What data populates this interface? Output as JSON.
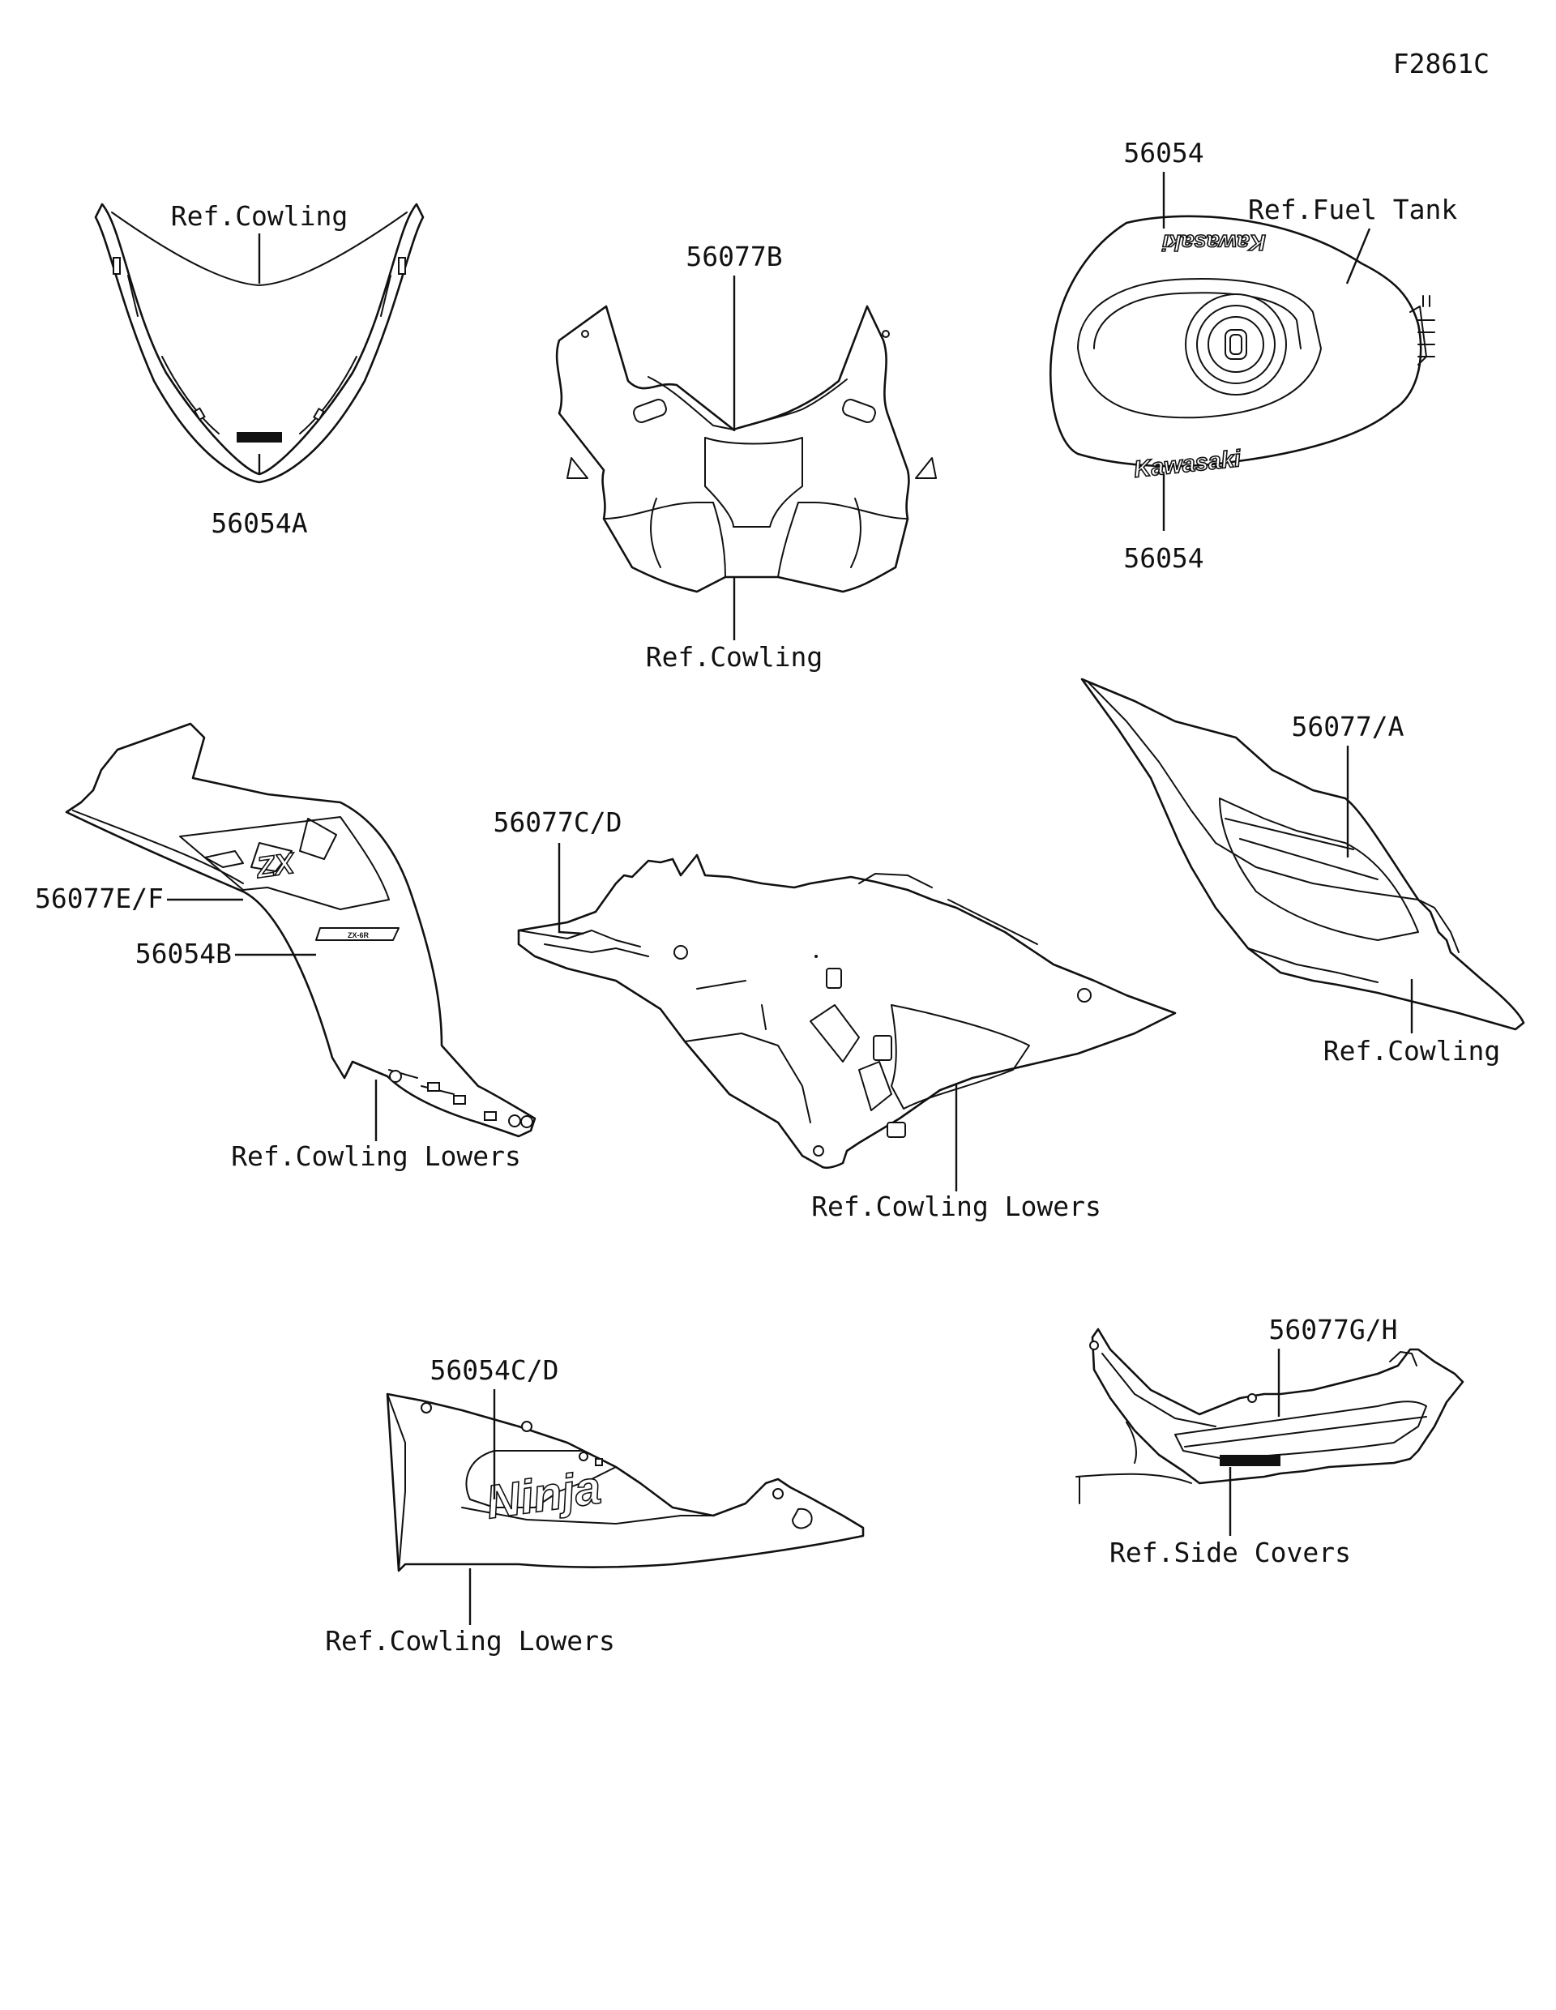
{
  "figure": {
    "code": "F2861C"
  },
  "labels": {
    "p_56054A": "56054A",
    "p_56077B": "56077B",
    "p_56054_top": "56054",
    "p_56054_bottom": "56054",
    "p_56077EF": "56077E/F",
    "p_56054B": "56054B",
    "p_56077CD": "56077C/D",
    "p_56077A": "56077/A",
    "p_56054CD": "56054C/D",
    "p_56077GH": "56077G/H"
  },
  "references": {
    "windscreen_cowling": "Ref.Cowling",
    "front_cowling": "Ref.Cowling",
    "fuel_tank": "Ref.Fuel Tank",
    "side_cowling_lowers_left": "Ref.Cowling Lowers",
    "side_cowling_lowers_center": "Ref.Cowling Lowers",
    "tail_cowling": "Ref.Cowling",
    "belly_cowling_lowers": "Ref.Cowling Lowers",
    "side_covers": "Ref.Side Covers"
  },
  "decals": {
    "kawasaki": "Kawasaki",
    "zx": "ZX",
    "model": "ZX-6R",
    "ninja": "Ninja"
  },
  "icons": [
    "fuel-cap-icon",
    "bolt-hole-icon"
  ]
}
